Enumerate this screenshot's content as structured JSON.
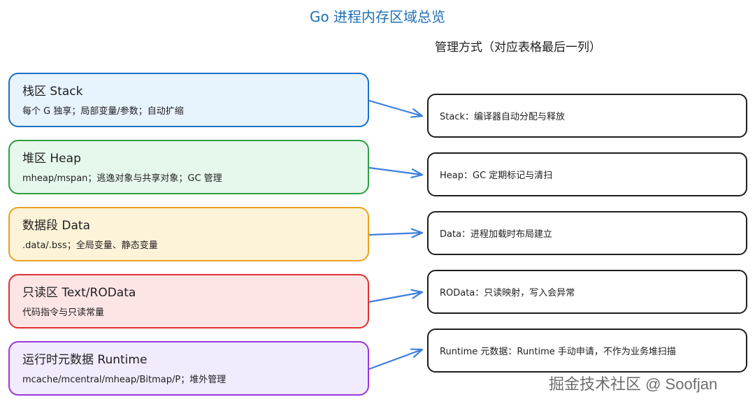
{
  "title": "Go 进程内存区域总览",
  "subtitle": "管理方式（对应表格最后一列）",
  "regions": [
    {
      "name": "栈区 Stack",
      "desc": "每个 G 独享；局部变量/参数；自动扩缩",
      "fill": "#e7f3fd",
      "stroke": "#1971c2"
    },
    {
      "name": "堆区 Heap",
      "desc": "mheap/mspan；逃逸对象与共享对象；GC 管理",
      "fill": "#e6f8ec",
      "stroke": "#2f9e44"
    },
    {
      "name": "数据段 Data",
      "desc": ".data/.bss；全局变量、静态变量",
      "fill": "#fdf3d8",
      "stroke": "#e8a31d"
    },
    {
      "name": "只读区 Text/ROData",
      "desc": "代码指令与只读常量",
      "fill": "#fde5e6",
      "stroke": "#e03131"
    },
    {
      "name": "运行时元数据 Runtime",
      "desc": "mcache/mcentral/mheap/Bitmap/P；堆外管理",
      "fill": "#f1ebfd",
      "stroke": "#9c36d8"
    }
  ],
  "management": [
    {
      "text": "Stack：编译器自动分配与释放"
    },
    {
      "text": "Heap：GC 定期标记与清扫"
    },
    {
      "text": "Data：进程加载时布局建立"
    },
    {
      "text": "ROData：只读映射，写入会异常"
    },
    {
      "text": "Runtime 元数据：Runtime 手动申请，不作为业务堆扫描"
    }
  ],
  "arrow_color": "#3d7fe0",
  "watermark": "掘金技术社区 @ Soofjan"
}
